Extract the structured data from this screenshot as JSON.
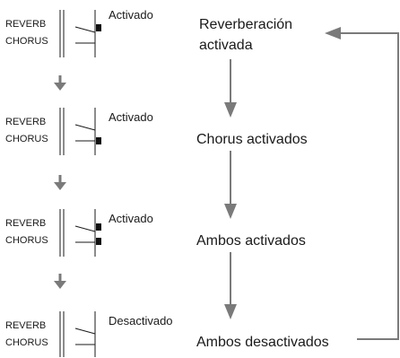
{
  "stages": [
    {
      "switch_labels": [
        "REVERB",
        "CHORUS"
      ],
      "status": "Activado",
      "result": [
        "Reverberación",
        "activada"
      ],
      "reverb_on": true,
      "chorus_on": false
    },
    {
      "switch_labels": [
        "REVERB",
        "CHORUS"
      ],
      "status": "Activado",
      "result": [
        "Chorus activados"
      ],
      "reverb_on": false,
      "chorus_on": true
    },
    {
      "switch_labels": [
        "REVERB",
        "CHORUS"
      ],
      "status": "Activado",
      "result": [
        "Ambos activados"
      ],
      "reverb_on": true,
      "chorus_on": true
    },
    {
      "switch_labels": [
        "REVERB",
        "CHORUS"
      ],
      "status": "Desactivado",
      "result": [
        "Ambos desactivados"
      ],
      "reverb_on": false,
      "chorus_on": false
    }
  ],
  "colors": {
    "arrow": "#7a7a7a",
    "ink": "#1a1a1a",
    "indicator": "#111111"
  }
}
